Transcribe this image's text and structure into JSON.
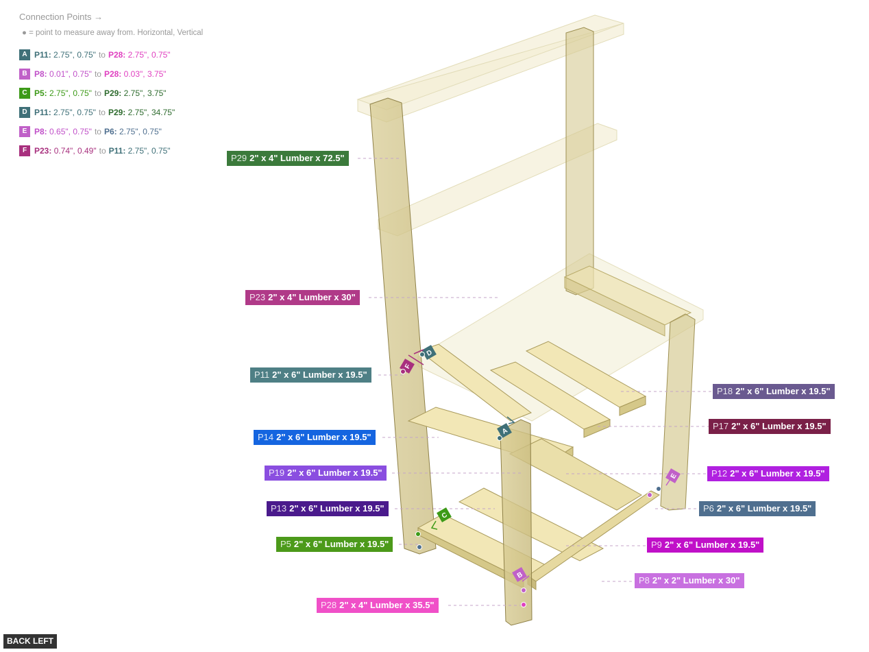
{
  "connection_points": {
    "title": "Connection Points →",
    "note": "● = point to measure away from. Horizontal, Vertical",
    "to_word": "to",
    "rows": [
      {
        "badge": "A",
        "color": "#3f7078",
        "p1": "P11:",
        "v1": "2.75\", 0.75\"",
        "p2": "P28:",
        "v2": "2.75\", 0.75\"",
        "c1": "#3f7078",
        "c2": "#e040c0"
      },
      {
        "badge": "B",
        "color": "#c060c8",
        "p1": "P8:",
        "v1": "0.01\", 0.75\"",
        "p2": "P28:",
        "v2": "0.03\", 3.75\"",
        "c1": "#c050c8",
        "c2": "#e040c0"
      },
      {
        "badge": "C",
        "color": "#3d9a18",
        "p1": "P5:",
        "v1": "2.75\", 0.75\"",
        "p2": "P29:",
        "v2": "2.75\", 3.75\"",
        "c1": "#3d9a18",
        "c2": "#2e6b2e"
      },
      {
        "badge": "D",
        "color": "#3f7078",
        "p1": "P11:",
        "v1": "2.75\", 0.75\"",
        "p2": "P29:",
        "v2": "2.75\", 34.75\"",
        "c1": "#3f7078",
        "c2": "#2e6b2e"
      },
      {
        "badge": "E",
        "color": "#c060c8",
        "p1": "P8:",
        "v1": "0.65\", 0.75\"",
        "p2": "P6:",
        "v2": "2.75\", 0.75\"",
        "c1": "#c050c8",
        "c2": "#4f6f8f"
      },
      {
        "badge": "F",
        "color": "#a8307e",
        "p1": "P23:",
        "v1": "0.74\", 0.49\"",
        "p2": "P11:",
        "v2": "2.75\", 0.75\"",
        "c1": "#a8307e",
        "c2": "#3f7078"
      }
    ]
  },
  "parts": [
    {
      "id": "P29",
      "desc": "2\" x 4\" Lumber  x 72.5\"",
      "color": "#3b7a3b"
    },
    {
      "id": "P23",
      "desc": "2\" x 4\" Lumber  x 30\"",
      "color": "#b03a88"
    },
    {
      "id": "P11",
      "desc": "2\" x 6\" Lumber x 19.5\"",
      "color": "#4e7f85"
    },
    {
      "id": "P14",
      "desc": "2\" x 6\" Lumber x 19.5\"",
      "color": "#1565e0"
    },
    {
      "id": "P19",
      "desc": "2\" x 6\" Lumber x 19.5\"",
      "color": "#8a4ee0"
    },
    {
      "id": "P13",
      "desc": "2\" x 6\" Lumber x 19.5\"",
      "color": "#4a1a8c"
    },
    {
      "id": "P5",
      "desc": "2\" x 6\" Lumber x 19.5\"",
      "color": "#4c9a1a"
    },
    {
      "id": "P28",
      "desc": "2\" x 4\" Lumber  x 35.5\"",
      "color": "#f050c8"
    },
    {
      "id": "P18",
      "desc": "2\" x 6\" Lumber x 19.5\"",
      "color": "#6a5a90"
    },
    {
      "id": "P17",
      "desc": "2\" x 6\" Lumber x 19.5\"",
      "color": "#7a2048"
    },
    {
      "id": "P12",
      "desc": "2\" x 6\" Lumber x 19.5\"",
      "color": "#b020e0"
    },
    {
      "id": "P6",
      "desc": "2\" x 6\" Lumber x 19.5\"",
      "color": "#4f6f8f"
    },
    {
      "id": "P9",
      "desc": "2\" x 6\" Lumber x 19.5\"",
      "color": "#c010c8"
    },
    {
      "id": "P8",
      "desc": "2\" x 2\" Lumber x 30\"",
      "color": "#c870e0"
    }
  ],
  "markers": [
    "A",
    "B",
    "C",
    "D",
    "E",
    "F"
  ],
  "back_button": "BACK LEFT"
}
